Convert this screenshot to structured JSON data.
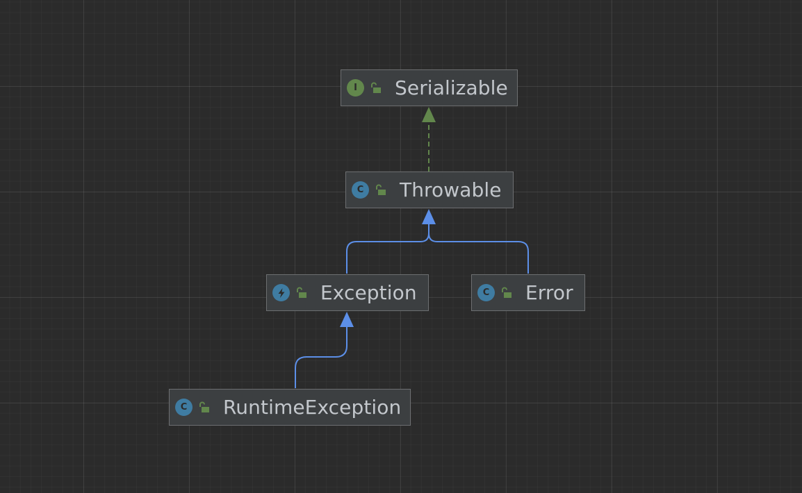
{
  "colors": {
    "background": "#2b2b2b",
    "node_fill": "#3c3f41",
    "node_border": "#6d6f71",
    "text": "#c3c7cc",
    "interface_badge": "#62874c",
    "class_badge": "#3f7ca2",
    "implements_edge": "#62874c",
    "extends_edge": "#5c8fe8"
  },
  "nodes": {
    "serializable": {
      "label": "Serializable",
      "kind": "interface",
      "badge_letter": "I",
      "icon": "interface-icon"
    },
    "throwable": {
      "label": "Throwable",
      "kind": "class",
      "badge_letter": "C",
      "icon": "class-icon"
    },
    "exception": {
      "label": "Exception",
      "kind": "exception-class",
      "icon": "lightning-icon"
    },
    "error": {
      "label": "Error",
      "kind": "class",
      "badge_letter": "C",
      "icon": "class-icon"
    },
    "runtime_exception": {
      "label": "RuntimeException",
      "kind": "class",
      "badge_letter": "C",
      "icon": "class-icon"
    }
  },
  "edges": [
    {
      "from": "Throwable",
      "to": "Serializable",
      "relation": "implements",
      "style": "dashed"
    },
    {
      "from": "Exception",
      "to": "Throwable",
      "relation": "extends",
      "style": "solid"
    },
    {
      "from": "Error",
      "to": "Throwable",
      "relation": "extends",
      "style": "solid"
    },
    {
      "from": "RuntimeException",
      "to": "Exception",
      "relation": "extends",
      "style": "solid"
    }
  ]
}
